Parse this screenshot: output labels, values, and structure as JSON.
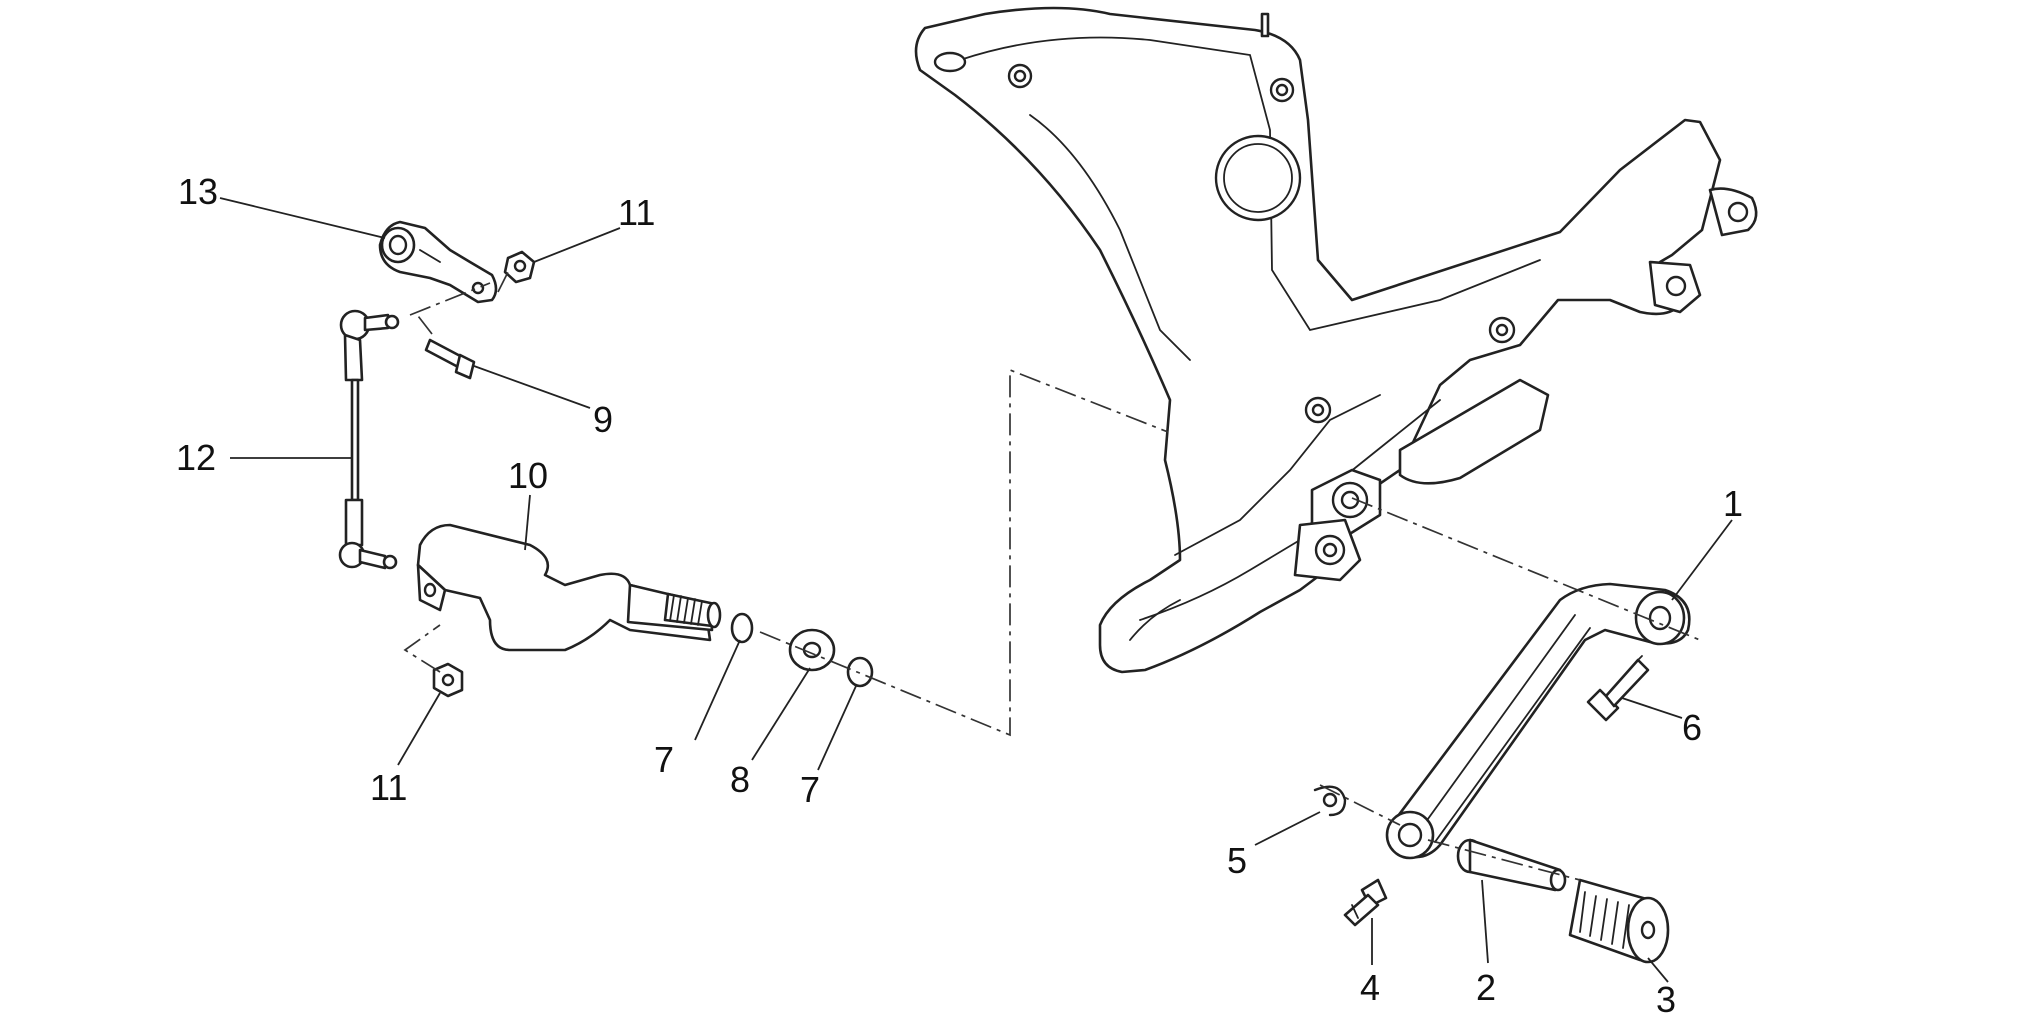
{
  "callouts": {
    "c1": "1",
    "c2": "2",
    "c3": "3",
    "c4": "4",
    "c5": "5",
    "c6": "6",
    "c7a": "7",
    "c7b": "7",
    "c8": "8",
    "c9": "9",
    "c10": "10",
    "c11a": "11",
    "c11b": "11",
    "c12": "12",
    "c13": "13"
  },
  "colors": {
    "line": "#222222",
    "background": "#ffffff"
  }
}
